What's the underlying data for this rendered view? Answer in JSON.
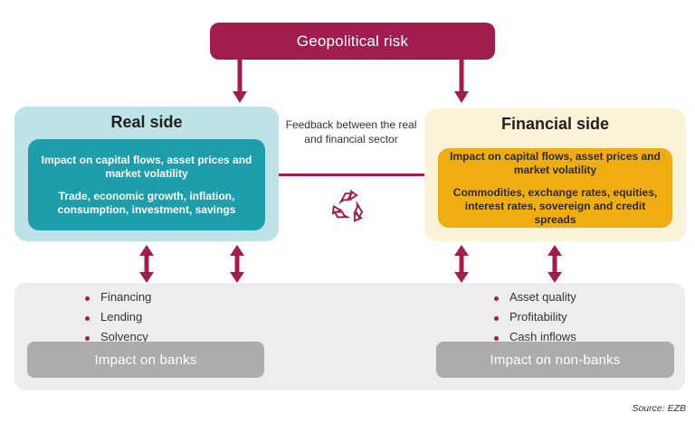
{
  "colors": {
    "maroon": "#A21D4F",
    "teal": "#1E9EAB",
    "teal_light": "#BEE3E6",
    "amber": "#F0AD12",
    "cream": "#FBF2D8",
    "panel_gray": "#EDEDED",
    "button_gray": "#ACACAC"
  },
  "icons": {
    "feedback_cycle": "recycle-symbol",
    "flow_down": "down-arrow",
    "two_way": "double-headed-arrow"
  },
  "root": {
    "title": "Geopolitical risk"
  },
  "real_side": {
    "title": "Real side",
    "impact": "Impact on capital flows, asset prices and market volatility",
    "channels": "Trade, economic growth, inflation, consumption, investment, savings"
  },
  "financial_side": {
    "title": "Financial side",
    "impact": "Impact on capital flows, asset prices and market volatility",
    "channels": "Commodities, exchange rates, equities, interest rates, sovereign and credit spreads"
  },
  "feedback": {
    "label": "Feedback between the real and financial sector"
  },
  "banks": {
    "bullets": [
      "Financing",
      "Lending",
      "Solvency"
    ],
    "label": "Impact on banks"
  },
  "non_banks": {
    "bullets": [
      "Asset quality",
      "Profitability",
      "Cash inflows"
    ],
    "label": "Impact on non-banks"
  },
  "source": "Source: EZB"
}
